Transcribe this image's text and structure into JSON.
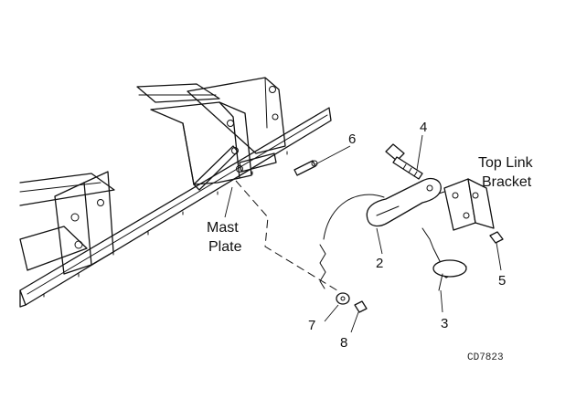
{
  "labels": {
    "mast_plate_line1": "Mast",
    "mast_plate_line2": "Plate",
    "top_link_line1": "Top Link",
    "top_link_line2": "Bracket",
    "callout_2": "2",
    "callout_3": "3",
    "callout_4": "4",
    "callout_5": "5",
    "callout_6": "6",
    "callout_7": "7",
    "callout_8": "8",
    "figure_code": "CD7823"
  }
}
